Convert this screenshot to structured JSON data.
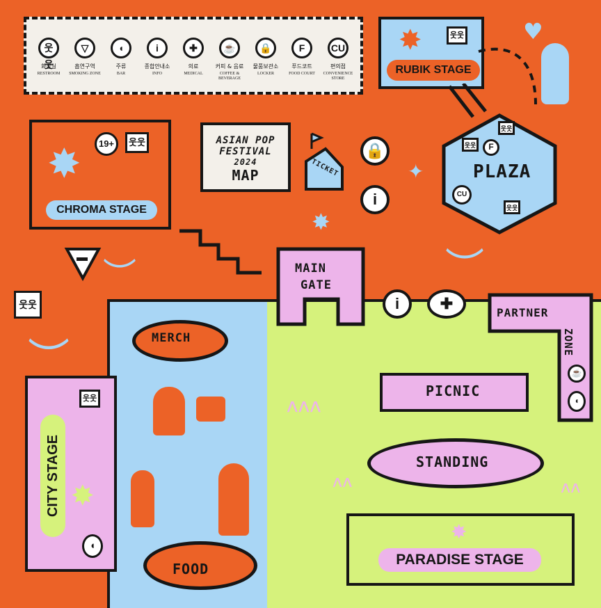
{
  "map_title": {
    "line1": "ASIAN POP",
    "line2": "FESTIVAL",
    "line3": "2024",
    "line4": "MAP"
  },
  "legend": [
    {
      "icon": "restroom-icon",
      "glyph": "웃웃",
      "ko": "화장실",
      "en": "RESTROOM"
    },
    {
      "icon": "smoking-icon",
      "glyph": "▽",
      "ko": "흡연구역",
      "en": "SMOKING ZONE"
    },
    {
      "icon": "bar-icon",
      "glyph": "◖",
      "ko": "주류",
      "en": "BAR"
    },
    {
      "icon": "info-icon",
      "glyph": "i",
      "ko": "종합안내소",
      "en": "INFO"
    },
    {
      "icon": "medical-icon",
      "glyph": "✚",
      "ko": "의료",
      "en": "MEDICAL"
    },
    {
      "icon": "coffee-icon",
      "glyph": "☕",
      "ko": "커피 & 음료",
      "en": "COFFEE & BEVERAGE"
    },
    {
      "icon": "locker-icon",
      "glyph": "🔒",
      "ko": "물품보관소",
      "en": "LOCKER"
    },
    {
      "icon": "food-court-icon",
      "glyph": "F",
      "ko": "푸드코트",
      "en": "FOOD COURT"
    },
    {
      "icon": "convenience-store-icon",
      "glyph": "CU",
      "ko": "편의점",
      "en": "CONVENIENCE STORE"
    }
  ],
  "areas": {
    "rubik_stage": "RUBIK STAGE",
    "chroma_stage": "CHROMA STAGE",
    "city_stage": "CITY STAGE",
    "paradise_stage": "PARADISE STAGE",
    "plaza": "PLAZA",
    "main_gate_line1": "MAIN",
    "main_gate_line2": "GATE",
    "partner_zone_1": "PARTNER",
    "partner_zone_2": "ZONE",
    "picnic": "PICNIC",
    "standing": "STANDING",
    "merch": "MERCH",
    "food": "FOOD",
    "ticket": "TICKET",
    "age_badge": "19+"
  },
  "colors": {
    "background": "#ec6227",
    "blue": "#a9d6f5",
    "pink": "#edb4ea",
    "green": "#d6f27c",
    "ink": "#161616"
  }
}
